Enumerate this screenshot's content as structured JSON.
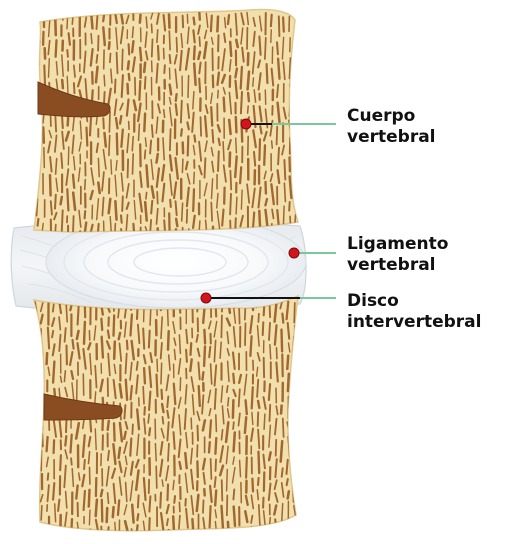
{
  "labels": {
    "cuerpo_vertebral": {
      "line1": "Cuerpo",
      "line2": "vertebral"
    },
    "ligamento_vertebral": {
      "line1": "Ligamento",
      "line2": "vertebral"
    },
    "disco_intervertebral": {
      "line1": "Disco",
      "line2": "intervertebral"
    }
  },
  "colors": {
    "bone": "#f2dfae",
    "bone_edge": "#e6cd92",
    "trabecula": "#a0682e",
    "foramen": "#8a4d22",
    "ligament": "#eef1f4",
    "nucleus": "#ffffff",
    "marker": "#d4141c",
    "leader_green": "#79c89a",
    "leader_dark": "#111111"
  }
}
